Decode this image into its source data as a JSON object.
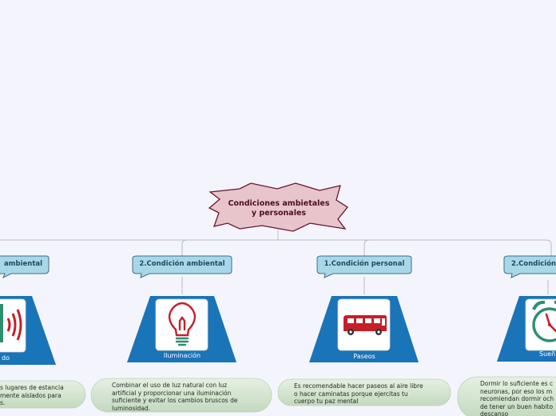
{
  "central": {
    "title_line1": "Condiciones ambietales",
    "title_line2": "y personales"
  },
  "branches": [
    {
      "label": "ambiental",
      "card_label": "do",
      "note": "s lugares de estancia\nmente aislados para\ns.",
      "icon": "sound-waves-icon"
    },
    {
      "label": "2.Condición ambiental",
      "card_label": "Iluminación",
      "note": "Combinar el uso de luz natural con luz\nartificial y proporcionar una iluminación\nsuficiente y evitar los cambios bruscos de\nluminosidad.",
      "icon": "lightbulb-icon"
    },
    {
      "label": "1.Condición personal",
      "card_label": "Paseos",
      "note": "Es recomendable hacer paseos al aire libre\no hacer caminatas porque ejercitas tu\ncuerpo tu paz mental",
      "icon": "bus-icon"
    },
    {
      "label": "2.Condición",
      "card_label": "Sueñ",
      "note": "Dormir lo suficiente es c\nneuronas, por eso los m\nrecomiendan dormir och\nde tener un buen habito\ndescanso",
      "icon": "alarm-clock-icon"
    }
  ],
  "colors": {
    "background": "#f4f5fc",
    "central_fill": "#e8c4cb",
    "central_stroke": "#6a1430",
    "bubble_fill": "#a8d8e8",
    "bubble_stroke": "#3c6e8a",
    "card_fill": "#1a74b8",
    "icon_tile": "#ffffff",
    "note_fill": "#d6e6d2",
    "connector": "#b9b9c4"
  }
}
